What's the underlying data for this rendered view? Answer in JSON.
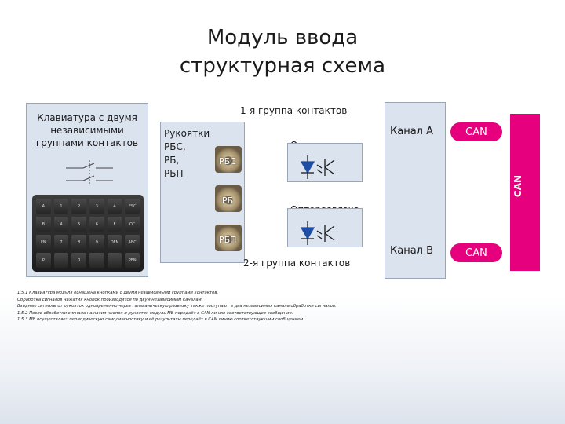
{
  "title": {
    "line1": "Модуль ввода",
    "line2": "структурная схема"
  },
  "keyboard": {
    "title_lines": [
      "Клавиатура с двумя",
      "независимыми",
      "группами контактов"
    ],
    "keys": [
      "A",
      "1",
      "2",
      "3",
      "4",
      "ESC",
      "B",
      "4",
      "5",
      "6",
      "F",
      "OC",
      "FN",
      "7",
      "8",
      "9",
      "OFN",
      "ABC",
      "P",
      "",
      "0",
      "",
      "",
      "PEN"
    ]
  },
  "handles": {
    "label_lines": [
      "Рукоятки",
      "РБС,",
      "РБ,",
      "РБП"
    ],
    "items": [
      "РБС",
      "РБ",
      "РБП"
    ]
  },
  "opto": {
    "label1": "Опторазвязка",
    "label2": "Опторазвязка"
  },
  "groups": {
    "group1": "1-я группа контактов",
    "group2": "2-я группа контактов"
  },
  "channels": {
    "a": "Канал А",
    "b": "Канал В"
  },
  "can": {
    "bus": "CAN",
    "pill_a": "CAN",
    "pill_b": "CAN"
  },
  "colors": {
    "can": "#e6007e",
    "box": "#dbe3ef",
    "wire": "#ffffff"
  },
  "notes": [
    "1.5.1 Клавиатура модуля оснащена кнопками с двумя независимыми группами контактов.",
    "Обработка сигналов нажатия кнопок производится по двум независимым каналам.",
    "Входные сигналы от рукояток одновременно через гальваническую развязку также поступают в два независимых канала обработки сигналов.",
    "1.5.2 После обработки сигнала нажатия кнопок и рукояток модуль МВ передаёт в CAN линию соответствующее сообщение.",
    "1.5.3 МВ осуществляет периодическую самодиагностику и её результаты передаёт в CAN линию соответствующим сообщением"
  ]
}
